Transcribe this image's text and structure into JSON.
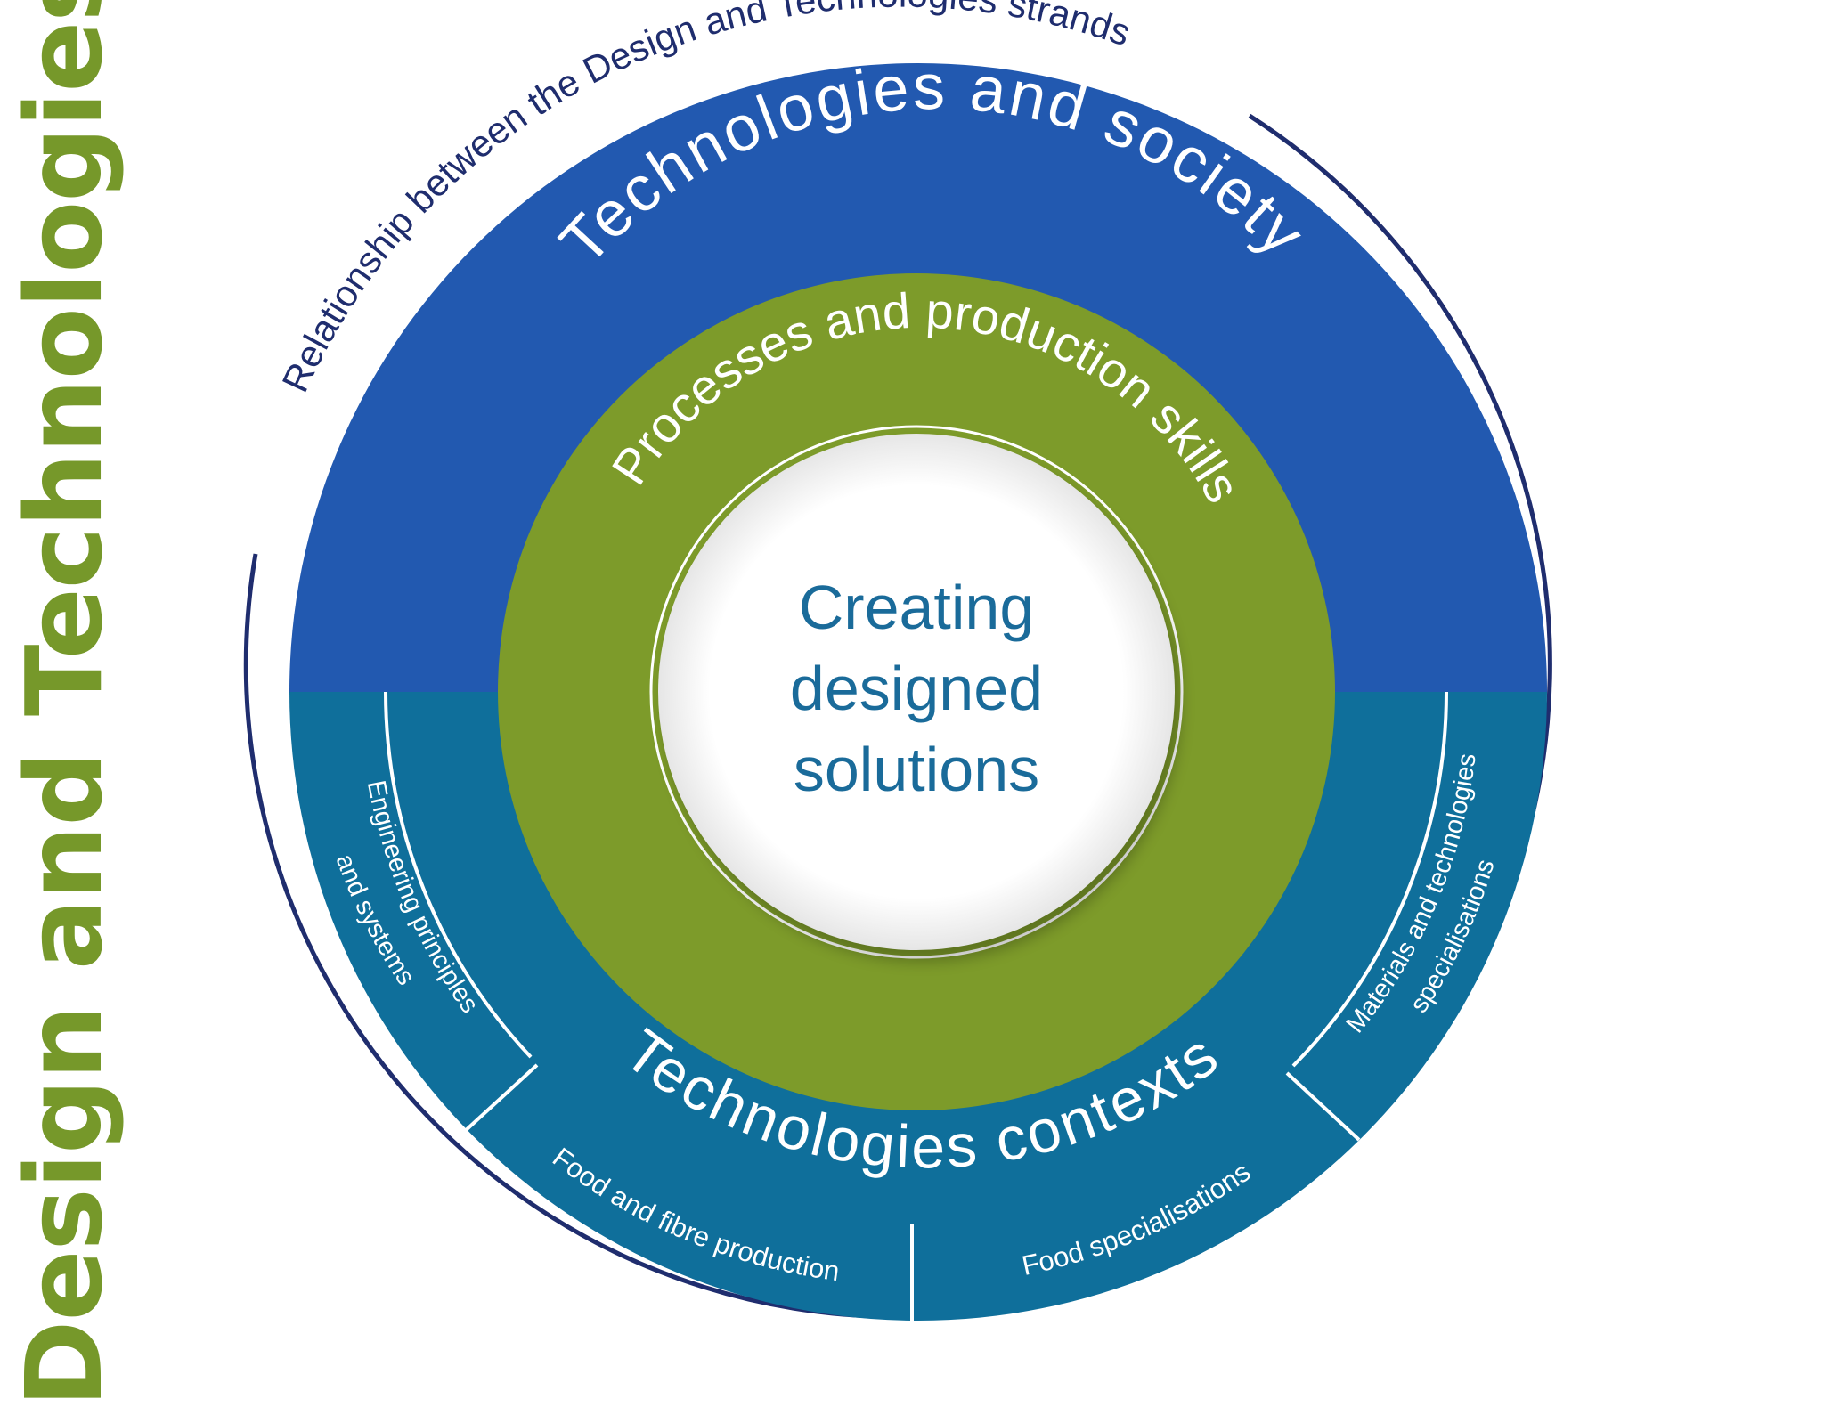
{
  "page_title": "Design and Technologies",
  "diagram": {
    "outer_caption": "Relationship between the Design and Technologies strands",
    "outer_ring_label": "Technologies and society",
    "middle_ring_label": "Processes and production skills",
    "centre_lines": [
      "Creating",
      "designed",
      "solutions"
    ],
    "lower_ring_label": "Technologies contexts",
    "context_segments": {
      "engineering": [
        "Engineering principles",
        "and systems"
      ],
      "food_fibre": "Food and fibre production",
      "food_spec": "Food specialisations",
      "materials": [
        "Materials and technologies",
        "specialisations"
      ]
    }
  },
  "colors": {
    "title": "#76982a",
    "society_blue": "#2259b0",
    "contexts_teal": "#0f6f9b",
    "green": "#7d9b2a",
    "centre_text": "#1a6b9a",
    "outer_line": "#1f2d6e",
    "white": "#ffffff"
  }
}
